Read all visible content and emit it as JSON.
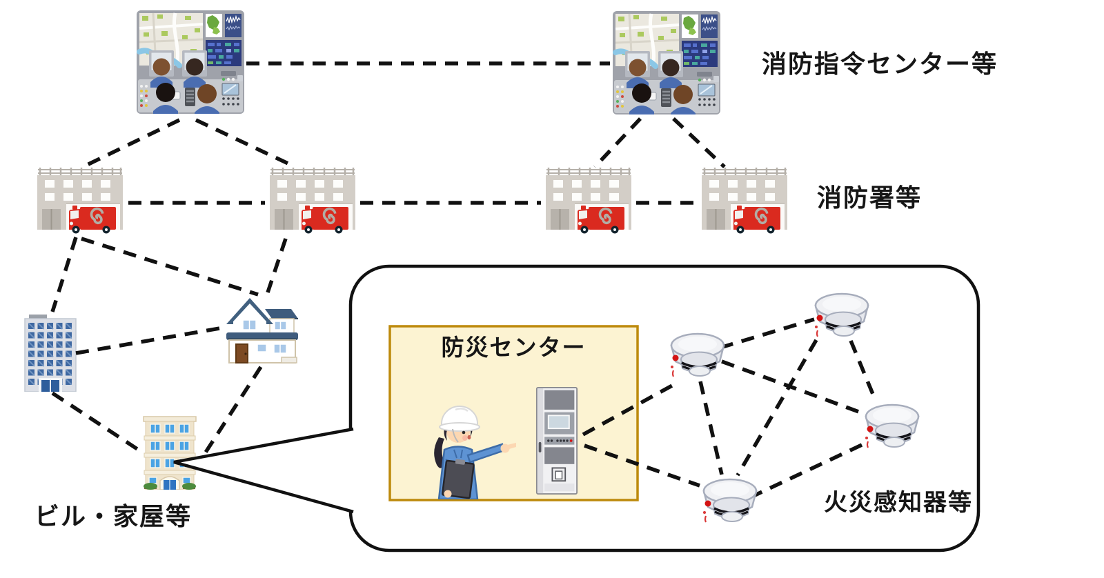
{
  "labels": {
    "command_center": "消防指令センター等",
    "fire_station": "消防署等",
    "buildings": "ビル・家屋等",
    "disaster_center": "防災センター",
    "fire_detector": "火災感知器等"
  },
  "structure": {
    "command_centers": [
      "command-center-left",
      "command-center-right"
    ],
    "fire_stations": [
      "fire-station-1",
      "fire-station-2",
      "fire-station-3",
      "fire-station-4"
    ],
    "buildings": [
      "office-building",
      "house",
      "apartment-building"
    ],
    "disaster_center_contents": [
      "worker-with-helmet-and-clipboard",
      "fire-control-panel"
    ],
    "fire_detectors": [
      "detector-upper-left",
      "detector-top",
      "detector-right",
      "detector-bottom"
    ],
    "callout": "apartment-building points to disaster-center detail bubble"
  },
  "connections": [
    "command-center-left — command-center-right",
    "command-center-left — fire-station-1",
    "command-center-left — fire-station-2",
    "command-center-right — fire-station-3",
    "command-center-right — fire-station-4",
    "fire-station-1 — fire-station-2",
    "fire-station-2 — fire-station-3",
    "fire-station-3 — fire-station-4",
    "fire-station-1 — office-building",
    "fire-station-1 — house",
    "fire-station-2 — house",
    "office-building — house",
    "office-building — apartment-building",
    "house — apartment-building",
    "fire-control-panel — detector-upper-left",
    "fire-control-panel — detector-bottom",
    "detector-upper-left — detector-top",
    "detector-upper-left — detector-right",
    "detector-upper-left — detector-bottom",
    "detector-top — detector-right",
    "detector-top — detector-bottom",
    "detector-right — detector-bottom"
  ],
  "colors": {
    "connection_line": "#111111",
    "bubble_border": "#111111",
    "disaster_box_fill": "#fcf3d2",
    "disaster_box_border": "#bd8a0c",
    "fire_truck_red": "#da2a1f",
    "detector_led_red": "#d31414",
    "station_wall_gray": "#d3cec7",
    "office_window_blue": "#3e68a2",
    "house_roof_blue": "#41607f",
    "apartment_wall_cream": "#efe4cc",
    "worker_jacket_blue": "#5e93d3"
  }
}
